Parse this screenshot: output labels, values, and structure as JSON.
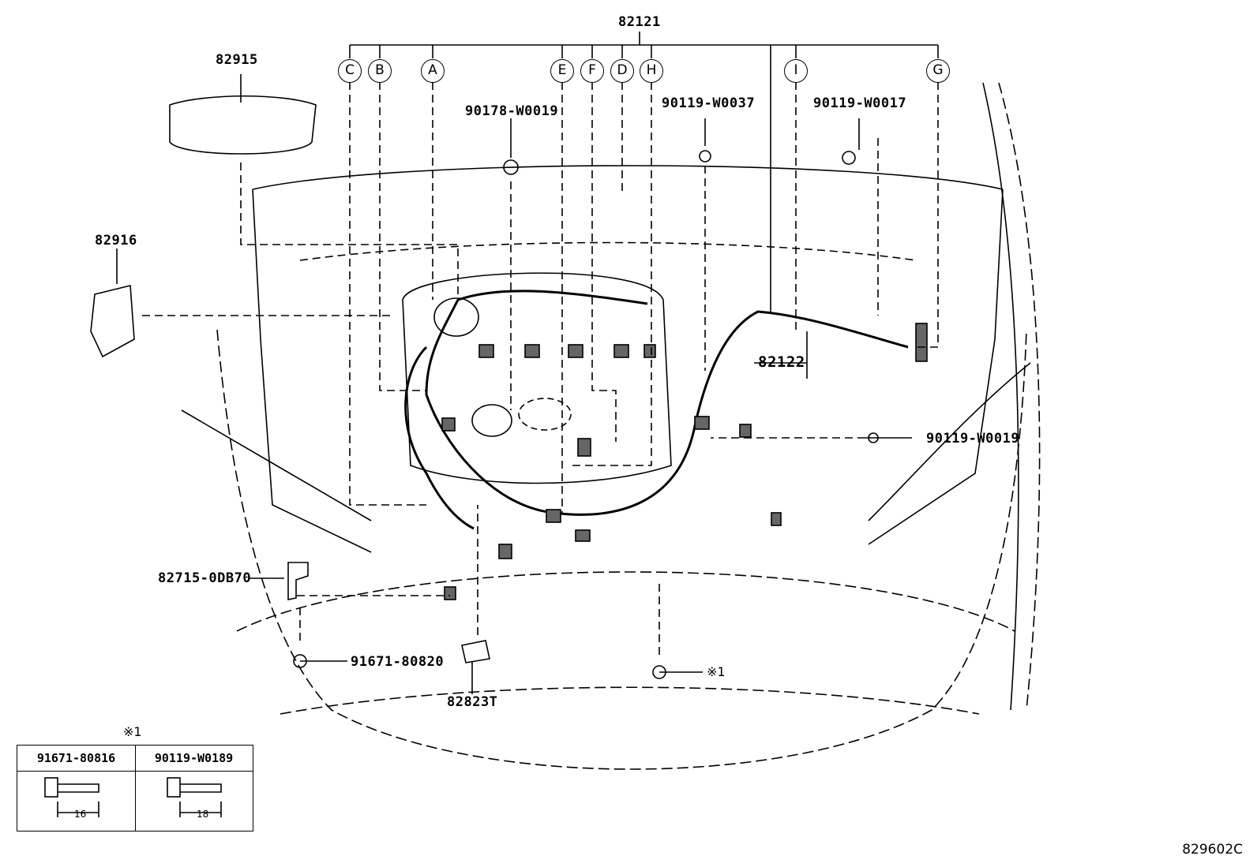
{
  "parts": {
    "harness_main": "82121",
    "cover_top": "82915",
    "clamp_left": "82916",
    "harness_sub": "82122",
    "nut_center": "90178-W0019",
    "bolt_mid": "90119-W0037",
    "bolt_right": "90119-W0017",
    "bolt_side": "90119-W0019",
    "bracket": "82715-0DB70",
    "bolt_bottom": "91671-80820",
    "connector": "82823T"
  },
  "callouts": [
    "C",
    "B",
    "A",
    "E",
    "F",
    "D",
    "H",
    "I",
    "G"
  ],
  "note_mark": "※1",
  "legend": {
    "mark": "※1",
    "col1_part": "91671-80816",
    "col1_dim": "16",
    "col2_part": "90119-W0189",
    "col2_dim": "18"
  },
  "figure_code": "829602C"
}
